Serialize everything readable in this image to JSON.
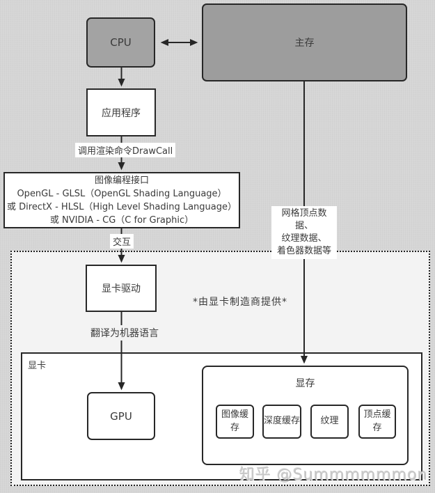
{
  "diagram": {
    "cpu": {
      "label": "CPU"
    },
    "main_memory": {
      "label": "主存"
    },
    "application": {
      "label": "应用程序"
    },
    "drawcall_label": "调用渲染命令DrawCall",
    "api_box": {
      "title": "图像编程接口",
      "line1": "OpenGL - GLSL（OpenGL Shading Language）",
      "line2": "或 DirectX - HLSL（High Level Shading Language）",
      "line3": "或 NVIDIA - CG（C for Graphic）"
    },
    "interact_label": "交互",
    "mesh_data_label": {
      "lines": [
        "网格顶点数据、",
        "纹理数据、",
        "着色器数据等"
      ]
    },
    "driver": {
      "label": "显卡驱动"
    },
    "vendor_note": "*由显卡制造商提供*",
    "translate_label": "翻译为机器语言",
    "graphics_card": {
      "label": "显卡"
    },
    "gpu": {
      "label": "GPU"
    },
    "vram": {
      "label": "显存",
      "buffers": [
        {
          "label": "图像缓存"
        },
        {
          "label": "深度缓存"
        },
        {
          "label": "纹理"
        },
        {
          "label": "顶点缓存"
        }
      ]
    },
    "watermark": "知乎 @Summmmmmon"
  },
  "colors": {
    "background": "#d6d6d6",
    "panel_background": "#f3f3f3",
    "cpu_fill": "#a3a3a3",
    "memory_fill": "#9d9d9d",
    "box_border": "#272727",
    "line_color": "#272727",
    "text_color": "#3a3a3a",
    "watermark_color": "#c6c6c6"
  }
}
